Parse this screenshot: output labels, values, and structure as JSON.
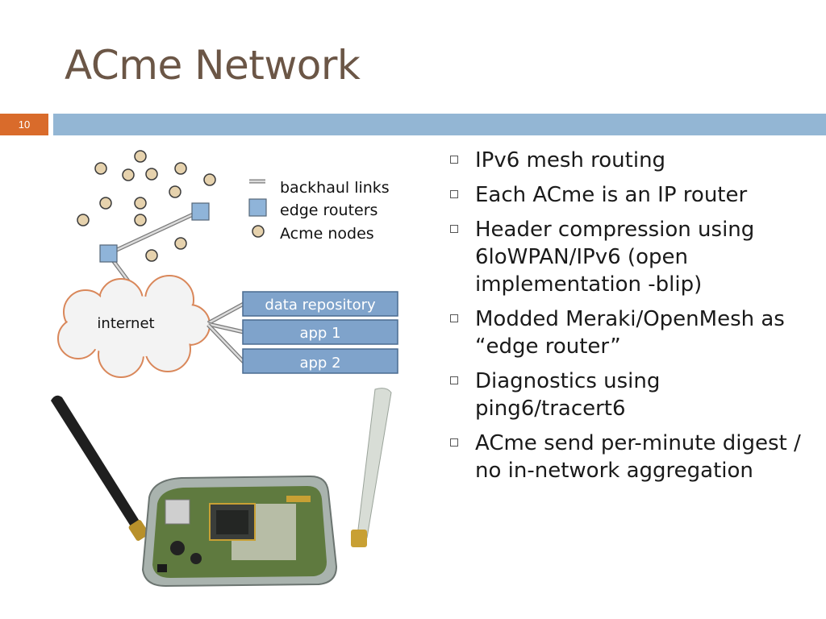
{
  "slide": {
    "title": "ACme Network",
    "number": "10"
  },
  "diagram": {
    "legend": {
      "backhaul": "backhaul links",
      "edge": "edge routers",
      "nodes": "Acme nodes"
    },
    "cloud_label": "internet",
    "apps": [
      "data repository",
      "app 1",
      "app 2"
    ]
  },
  "bullets": [
    "IPv6 mesh routing",
    "Each ACme is an IP router",
    "Header compression using 6loWPAN/IPv6 (open implementation -blip)",
    "Modded Meraki/OpenMesh as “edge router”",
    "Diagnostics using ping6/tracert6",
    "ACme send per-minute digest / no in-network aggregation"
  ],
  "colors": {
    "title": "#6b5646",
    "number_box": "#d96b2b",
    "header_bar": "#93b6d4",
    "app_box": "#7fa3cb",
    "node_fill": "#e6d2ad",
    "cloud_outline": "#d9875a"
  }
}
